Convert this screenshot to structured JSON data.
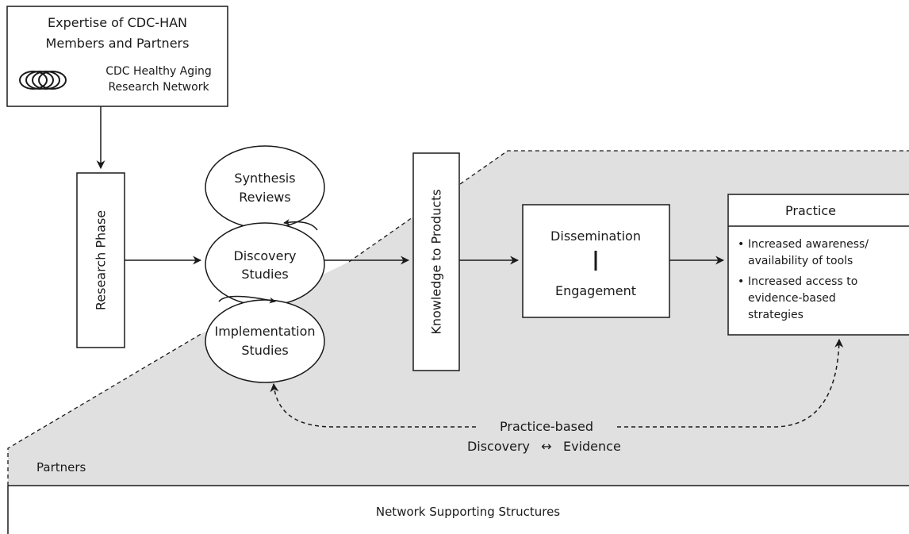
{
  "expertise": {
    "line1": "Expertise of CDC-HAN",
    "line2": "Members and Partners",
    "network_line1": "CDC Healthy Aging",
    "network_line2": "Research Network"
  },
  "research_phase": "Research Phase",
  "cycle": {
    "synthesis_line1": "Synthesis",
    "synthesis_line2": "Reviews",
    "discovery_line1": "Discovery",
    "discovery_line2": "Studies",
    "implementation_line1": "Implementation",
    "implementation_line2": "Studies"
  },
  "knowledge": "Knowledge to Products",
  "dissemination": {
    "top": "Dissemination",
    "divider": "|",
    "bottom": "Engagement"
  },
  "practice": {
    "title": "Practice",
    "bullet": "•",
    "item1_line1": "Increased awareness/",
    "item1_line2": "availability of tools",
    "item2_line1": "Increased access to",
    "item2_line2": "evidence-based",
    "item2_line3": "strategies"
  },
  "feedback": {
    "line1": "Practice-based",
    "discovery": "Discovery",
    "arrow": "↔",
    "evidence": "Evidence"
  },
  "partners": "Partners",
  "network_structures": "Network Supporting Structures",
  "colors": {
    "partners_fill": "#e0e0e0",
    "stroke": "#1a1a1a"
  }
}
